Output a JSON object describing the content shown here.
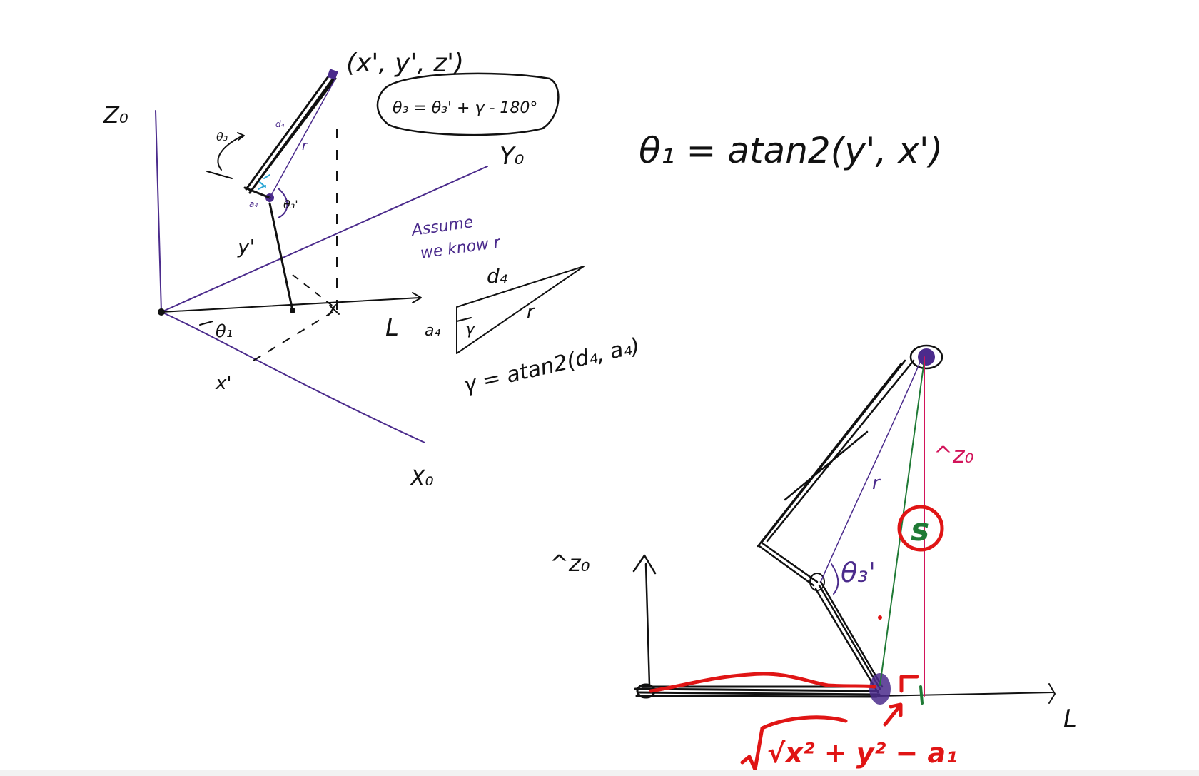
{
  "colors": {
    "ink": "#111111",
    "purple": "#4b2b8c",
    "red": "#e01515",
    "pink": "#d2145a",
    "green": "#1f7a35",
    "blue": "#2aa7d6"
  },
  "top_diagram": {
    "z_axis_label": "Z₀",
    "y_axis_label": "Y₀",
    "x_axis_label": "X₀",
    "point_label": "(x', y', z')",
    "theta3_label": "θ₃",
    "theta3_prime_label": "θ₃'",
    "d4_small_label": "d₄",
    "a4_small_label": "a₄",
    "r_label": "r",
    "y_prime_label": "y'",
    "x_prime_label": "x'",
    "theta1_label": "θ₁",
    "L_label": "L",
    "boxed_equation": "θ₃ = θ₃' + γ - 180°",
    "assume_line1": "Assume",
    "assume_line2": "we know r",
    "triangle_d4": "d₄",
    "triangle_a4": "a₄",
    "triangle_r": "r",
    "triangle_gamma": "γ",
    "gamma_equation": "γ = atan2(d₄, a₄)"
  },
  "theta1_equation": "θ₁ = atan2(y', x')",
  "bottom_diagram": {
    "z_axis_label": "^z₀",
    "L_label": "L",
    "r_label": "r",
    "theta3_prime_label": "θ₃'",
    "z_hat_label": "^z₀",
    "s_label": "s",
    "sqrt_expression": "√x² + y² − a₁"
  }
}
